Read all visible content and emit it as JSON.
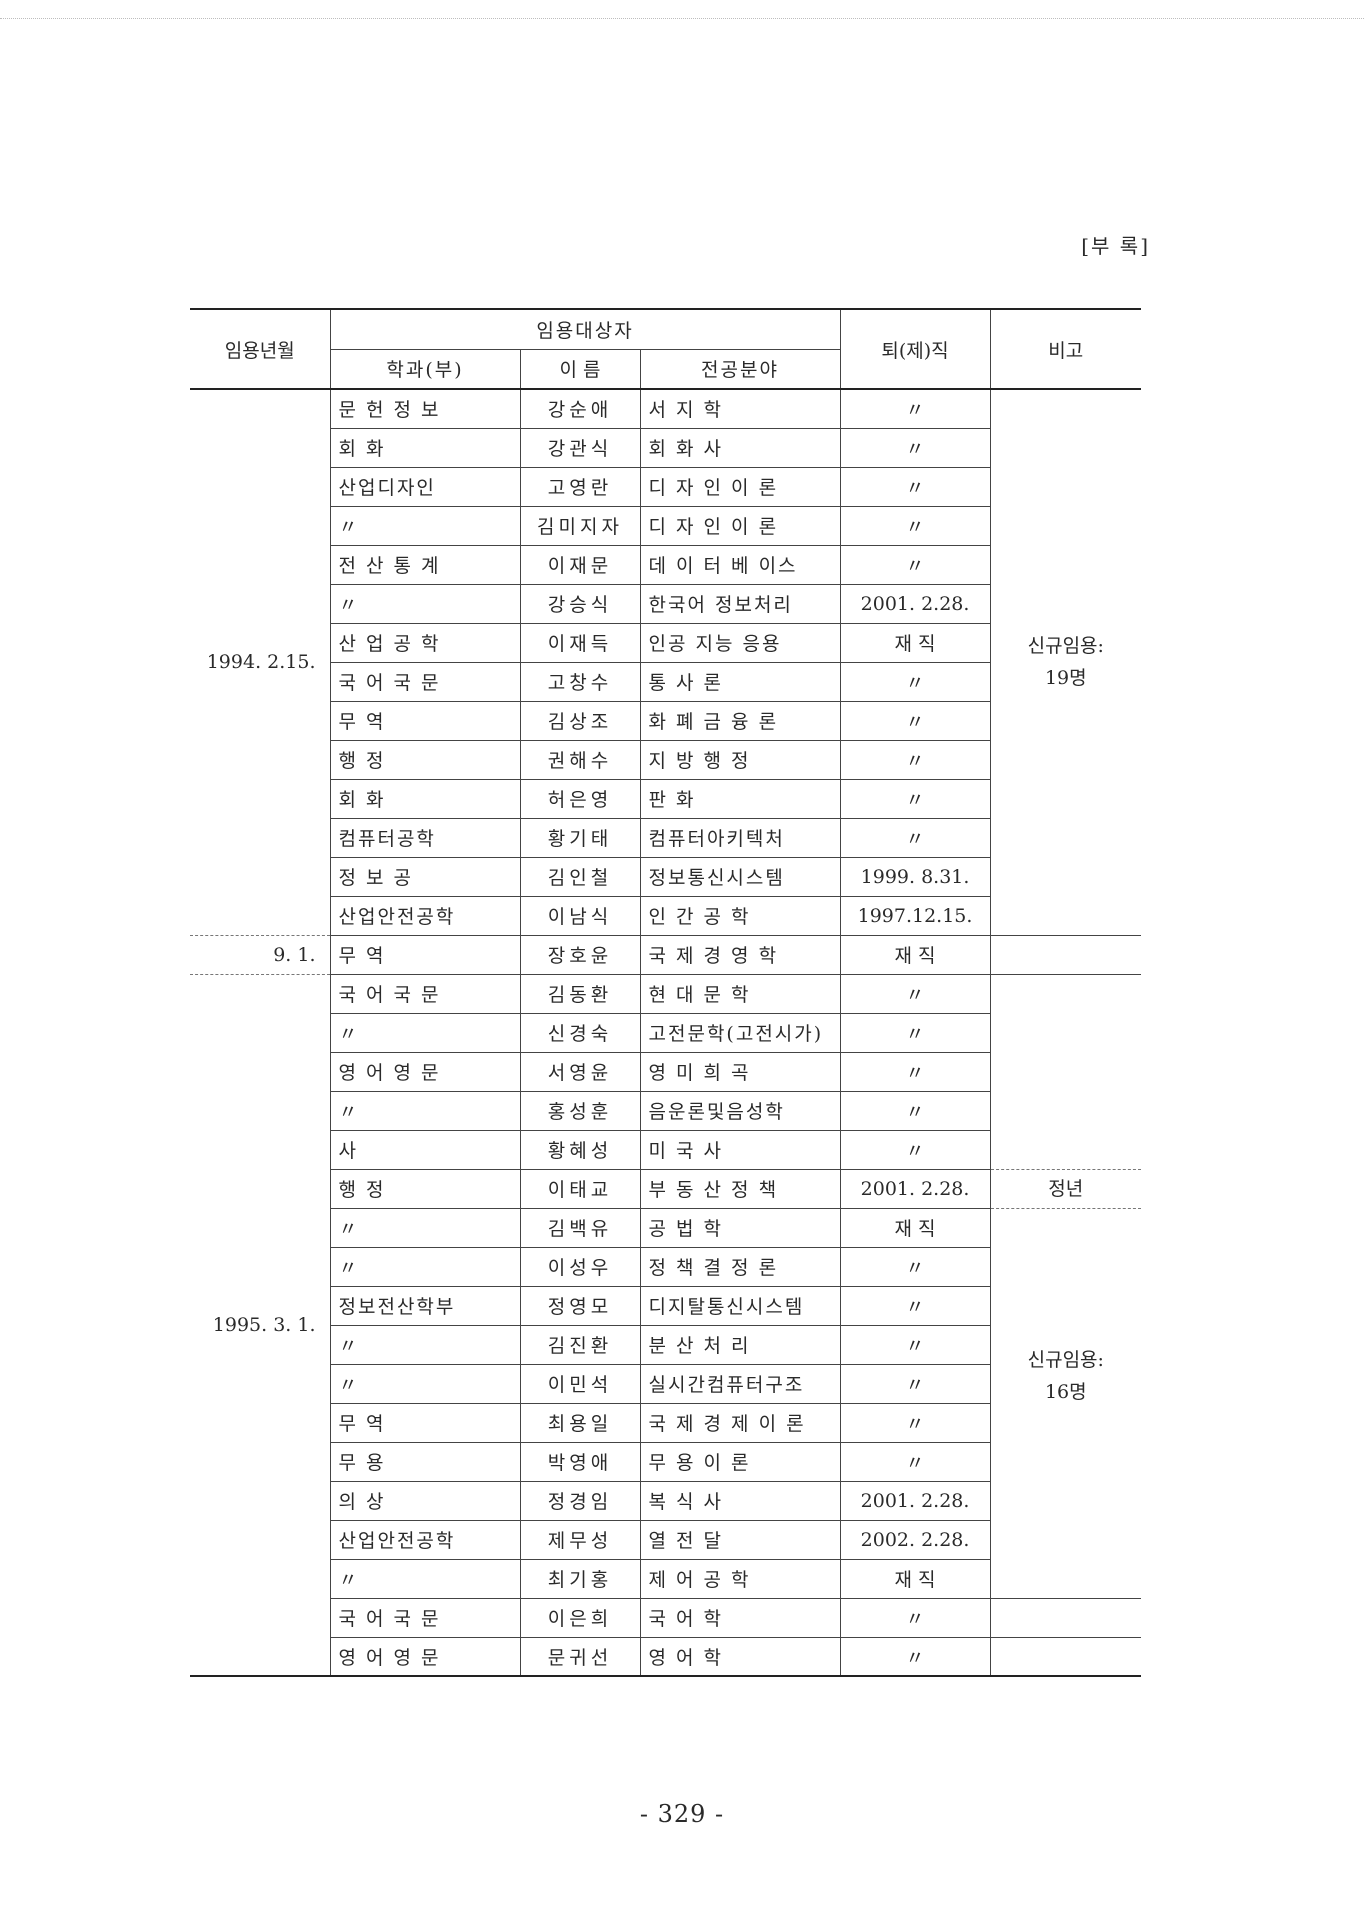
{
  "appendix_label": "[부  록]",
  "page_number": "- 329 -",
  "headers": {
    "date": "임용년월",
    "target": "임용대상자",
    "dept": "학과(부)",
    "name": "이    름",
    "field": "전공분야",
    "status": "퇴(제)직",
    "note": "비고"
  },
  "groups": [
    {
      "date": "1994. 2.15.",
      "note": [
        "신규임용:",
        "19명"
      ],
      "rows": [
        {
          "dept": "문 헌 정 보",
          "name": "강순애",
          "field": "서   지   학",
          "status": "〃"
        },
        {
          "dept": "회           화",
          "name": "강관식",
          "field": "회   화   사",
          "status": "〃"
        },
        {
          "dept": "산업디자인",
          "name": "고영란",
          "field": "디 자 인 이 론",
          "status": "〃"
        },
        {
          "dept": "〃",
          "name": "김미지자",
          "field": "디 자 인 이 론",
          "status": "〃"
        },
        {
          "dept": "전 산 통 계",
          "name": "이재문",
          "field": "데 이 터 베 이스",
          "status": "〃"
        },
        {
          "dept": "〃",
          "name": "강승식",
          "field": "한국어 정보처리",
          "status": "2001. 2.28."
        },
        {
          "dept": "산 업 공 학",
          "name": "이재득",
          "field": "인공 지능 응용",
          "status": "재     직"
        },
        {
          "dept": "국 어 국 문",
          "name": "고창수",
          "field": "통   사   론",
          "status": "〃"
        },
        {
          "dept": "무           역",
          "name": "김상조",
          "field": "화 폐 금 융 론",
          "status": "〃"
        },
        {
          "dept": "행           정",
          "name": "권해수",
          "field": "지  방  행  정",
          "status": "〃"
        },
        {
          "dept": "회           화",
          "name": "허은영",
          "field": "판           화",
          "status": "〃"
        },
        {
          "dept": "컴퓨터공학",
          "name": "황기태",
          "field": "컴퓨터아키텍처",
          "status": "〃"
        },
        {
          "dept": "정    보    공",
          "name": "김인철",
          "field": "정보통신시스템",
          "status": "1999. 8.31."
        },
        {
          "dept": "산업안전공학",
          "name": "이남식",
          "field": "인  간  공  학",
          "status": "1997.12.15."
        }
      ]
    },
    {
      "date": "9. 1.",
      "note": [],
      "rows": [
        {
          "dept": "무           역",
          "name": "장호윤",
          "field": "국 제 경 영 학",
          "status": "재     직"
        }
      ]
    },
    {
      "date": "1995. 3. 1.",
      "note": [
        "신규임용:",
        "16명"
      ],
      "rows": [
        {
          "dept": "국 어 국 문",
          "name": "김동환",
          "field": "현  대  문  학",
          "status": "〃"
        },
        {
          "dept": "〃",
          "name": "신경숙",
          "field": "고전문학(고전시가)",
          "status": "〃"
        },
        {
          "dept": "영 어 영 문",
          "name": "서영윤",
          "field": "영  미  희  곡",
          "status": "〃"
        },
        {
          "dept": "〃",
          "name": "홍성훈",
          "field": "음운론및음성학",
          "status": "〃"
        },
        {
          "dept": "사",
          "name": "황혜성",
          "field": "미   국   사",
          "status": "〃"
        },
        {
          "dept": "행           정",
          "name": "이태교",
          "field": "부 동 산 정 책",
          "status": "2001. 2.28.",
          "note": "정년"
        },
        {
          "dept": "〃",
          "name": "김백유",
          "field": "공   법   학",
          "status": "재     직"
        },
        {
          "dept": "〃",
          "name": "이성우",
          "field": "정 책 결 정 론",
          "status": "〃"
        },
        {
          "dept": "정보전산학부",
          "name": "정영모",
          "field": "디지탈통신시스템",
          "status": "〃"
        },
        {
          "dept": "〃",
          "name": "김진환",
          "field": "분   산   처   리",
          "status": "〃"
        },
        {
          "dept": "〃",
          "name": "이민석",
          "field": "실시간컴퓨터구조",
          "status": "〃"
        },
        {
          "dept": "무           역",
          "name": "최용일",
          "field": "국 제 경 제 이 론",
          "status": "〃"
        },
        {
          "dept": "무           용",
          "name": "박영애",
          "field": "무  용  이  론",
          "status": "〃"
        },
        {
          "dept": "의           상",
          "name": "정경임",
          "field": "복   식   사",
          "status": "2001. 2.28."
        },
        {
          "dept": "산업안전공학",
          "name": "제무성",
          "field": "열   전   달",
          "status": "2002. 2.28."
        },
        {
          "dept": "〃",
          "name": "최기홍",
          "field": "제 어 공 학",
          "status": "재     직"
        },
        {
          "dept": "국 어 국 문",
          "name": "이은희",
          "field": "국   어   학",
          "status": "〃"
        },
        {
          "dept": "영 어 영 문",
          "name": "문귀선",
          "field": "영   어   학",
          "status": "〃"
        }
      ]
    }
  ]
}
